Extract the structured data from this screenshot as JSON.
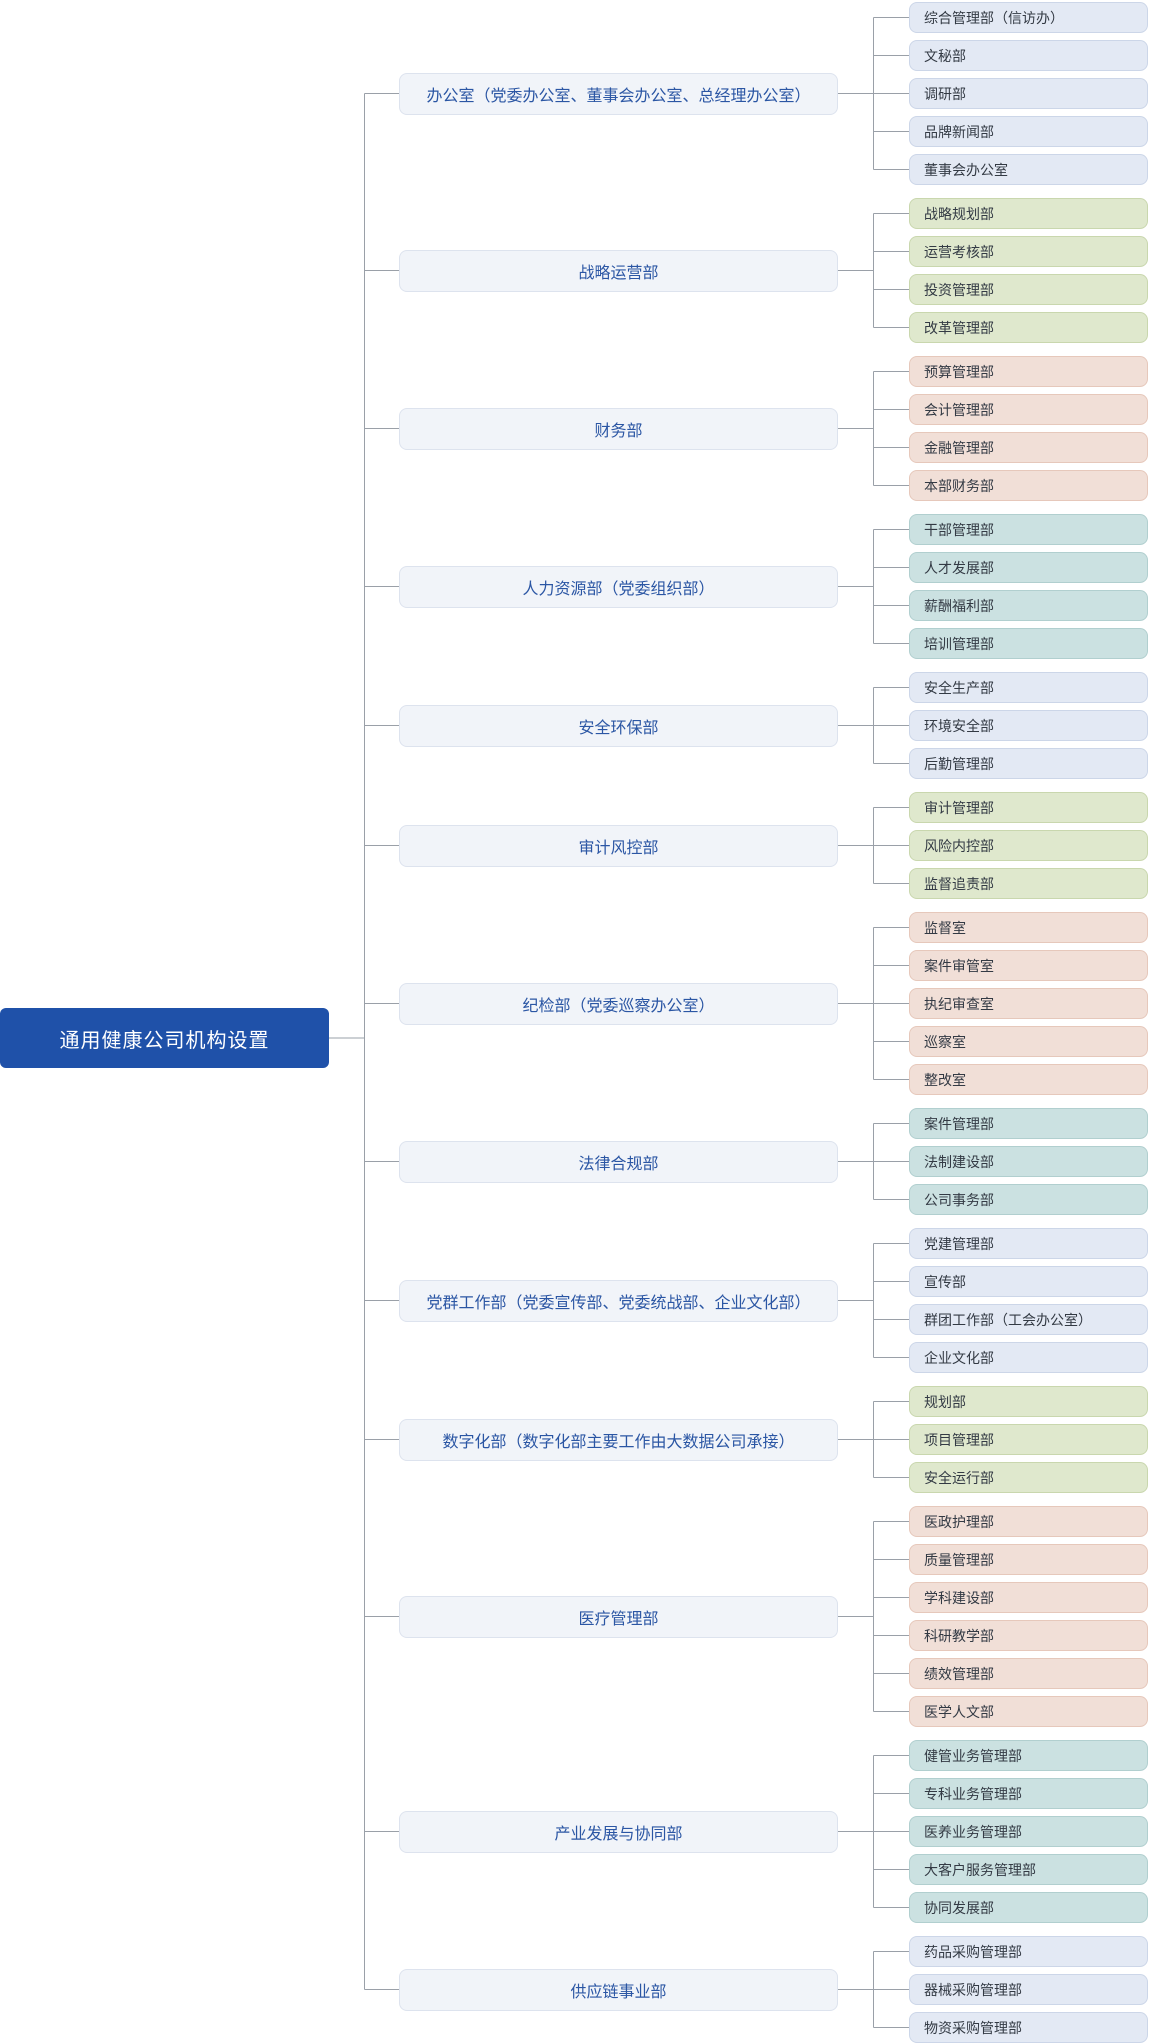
{
  "root": {
    "label": "通用健康公司机构设置"
  },
  "palette": {
    "blue": {
      "bg": "#e3e9f4",
      "border": "#ccd6e8"
    },
    "green": {
      "bg": "#dfe8cd",
      "border": "#c9d7ae"
    },
    "peach": {
      "bg": "#f1dfd7",
      "border": "#e6c8bb"
    },
    "teal": {
      "bg": "#cbe1e1",
      "border": "#b1cfcf"
    }
  },
  "departments": [
    {
      "name": "办公室（党委办公室、董事会办公室、总经理办公室）",
      "color": "blue",
      "children": [
        "综合管理部（信访办）",
        "文秘部",
        "调研部",
        "品牌新闻部",
        "董事会办公室"
      ]
    },
    {
      "name": "战略运营部",
      "color": "green",
      "children": [
        "战略规划部",
        "运营考核部",
        "投资管理部",
        "改革管理部"
      ]
    },
    {
      "name": "财务部",
      "color": "peach",
      "children": [
        "预算管理部",
        "会计管理部",
        "金融管理部",
        "本部财务部"
      ]
    },
    {
      "name": "人力资源部（党委组织部）",
      "color": "teal",
      "children": [
        "干部管理部",
        "人才发展部",
        "薪酬福利部",
        "培训管理部"
      ]
    },
    {
      "name": "安全环保部",
      "color": "blue",
      "children": [
        "安全生产部",
        "环境安全部",
        "后勤管理部"
      ]
    },
    {
      "name": "审计风控部",
      "color": "green",
      "children": [
        "审计管理部",
        "风险内控部",
        "监督追责部"
      ]
    },
    {
      "name": "纪检部（党委巡察办公室）",
      "color": "peach",
      "children": [
        "监督室",
        "案件审管室",
        "执纪审查室",
        "巡察室",
        "整改室"
      ]
    },
    {
      "name": "法律合规部",
      "color": "teal",
      "children": [
        "案件管理部",
        "法制建设部",
        "公司事务部"
      ]
    },
    {
      "name": "党群工作部（党委宣传部、党委统战部、企业文化部）",
      "color": "blue",
      "children": [
        "党建管理部",
        "宣传部",
        "群团工作部（工会办公室）",
        "企业文化部"
      ]
    },
    {
      "name": "数字化部（数字化部主要工作由大数据公司承接）",
      "color": "green",
      "children": [
        "规划部",
        "项目管理部",
        "安全运行部"
      ]
    },
    {
      "name": "医疗管理部",
      "color": "peach",
      "children": [
        "医政护理部",
        "质量管理部",
        "学科建设部",
        "科研教学部",
        "绩效管理部",
        "医学人文部"
      ]
    },
    {
      "name": "产业发展与协同部",
      "color": "teal",
      "children": [
        "健管业务管理部",
        "专科业务管理部",
        "医养业务管理部",
        "大客户服务管理部",
        "协同发展部"
      ]
    },
    {
      "name": "供应链事业部",
      "color": "blue",
      "children": [
        "药品采购管理部",
        "器械采购管理部",
        "物资采购管理部"
      ]
    }
  ]
}
